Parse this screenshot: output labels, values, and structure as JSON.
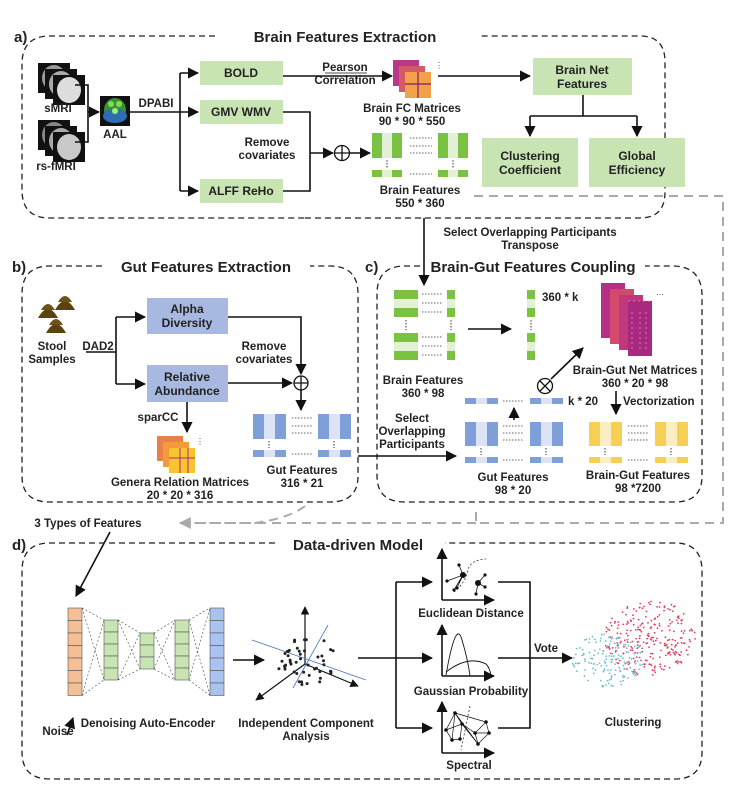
{
  "colors": {
    "brain_green": "#c9e4b3",
    "brain_bar": "#7cc242",
    "gut_blue": "#a7b9e0",
    "gut_bar": "#7f9fd8",
    "coupling_yellow": "#f7cf55",
    "noise_orange": "#f4bf95",
    "decoder_blue": "#a9c2ee",
    "cluster_red": "#e0405a",
    "cluster_cyan": "#6fbcd0"
  },
  "panel_a": {
    "tag": "a)",
    "title": "Brain Features Extraction",
    "inputs": [
      "sMRI",
      "rs-fMRI"
    ],
    "atlas": "AAL",
    "tool": "DPABI",
    "boxes": {
      "bold": "BOLD",
      "gmv": "GMV WMV",
      "alff": "ALFF  ReHo"
    },
    "pearson": [
      "Pearson",
      "Correlation"
    ],
    "fc_label": [
      "Brain FC Matrices",
      "90 * 90 * 550"
    ],
    "remove_cov": [
      "Remove",
      "covariates"
    ],
    "features_label": [
      "Brain Features",
      "550 * 360"
    ],
    "net_box": [
      "Brain Net",
      "Features"
    ],
    "clustering_box": [
      "Clustering",
      "Coefficient"
    ],
    "efficiency_box": [
      "Global",
      "Efficiency"
    ]
  },
  "connector": [
    "Select Overlapping Participants",
    "Transpose"
  ],
  "panel_b": {
    "tag": "b)",
    "title": "Gut Features Extraction",
    "stool": [
      "Stool",
      "Samples"
    ],
    "tool": "DAD2",
    "alpha_box": [
      "Alpha",
      "Diversity"
    ],
    "relative_box": [
      "Relative",
      "Abundance"
    ],
    "remove_cov": [
      "Remove",
      "covariates"
    ],
    "sparcc": "sparCC",
    "genera_label": [
      "Genera Relation Matrices",
      "20 * 20 * 316"
    ],
    "gut_label": [
      "Gut Features",
      "316 * 21"
    ]
  },
  "panel_c": {
    "tag": "c)",
    "title": "Brain-Gut Features Coupling",
    "brain_label": [
      "Brain Features",
      "360 * 98"
    ],
    "vec_label": "360 * k",
    "k20_label": "k * 20",
    "select": [
      "Select",
      "Overlapping",
      "Participants"
    ],
    "gut_label": [
      "Gut Features",
      "98 * 20"
    ],
    "net_label": [
      "Brain-Gut Net Matrices",
      "360 * 20 * 98"
    ],
    "vectorization": "Vectorization",
    "bg_label": [
      "Brain-Gut Features",
      "98 *7200"
    ]
  },
  "three_types": "3 Types of Features",
  "panel_d": {
    "tag": "d)",
    "title": "Data-driven Model",
    "noise": "Noise",
    "dae": "Denoising Auto-Encoder",
    "ica": [
      "Independent Component",
      "Analysis"
    ],
    "methods": [
      "Euclidean Distance",
      "Gaussian Probability",
      "Spectral"
    ],
    "vote": "Vote",
    "clustering": "Clustering"
  }
}
